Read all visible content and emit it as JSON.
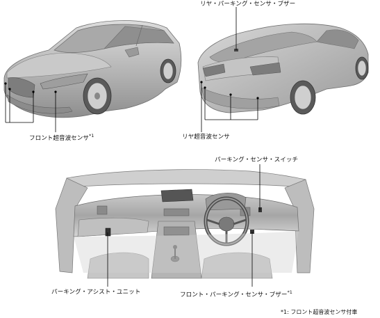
{
  "labels": {
    "rear_buzzer": "リヤ・パーキング・センサ・ブザー",
    "front_sensor": "フロント超音波センサ",
    "front_sensor_mark": "*1",
    "rear_sensor": "リヤ超音波センサ",
    "parking_switch": "パーキング・センサ・スイッチ",
    "assist_unit": "パーキング・アシスト・ユニット",
    "front_buzzer": "フロント・パーキング・センサ・ブザー",
    "front_buzzer_mark": "*1"
  },
  "footnote": "*1: フロント超音波センサ付車",
  "colors": {
    "body": "#b9b9b9",
    "body_light": "#d6d6d6",
    "body_dark": "#8c8c8c",
    "glass": "#9a9a9a",
    "line": "#000000"
  }
}
